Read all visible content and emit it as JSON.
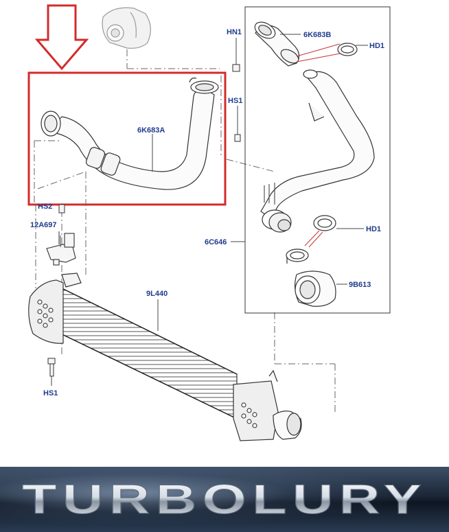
{
  "labels": {
    "hn1": "HN1",
    "hose_upper": "6K683B",
    "hd1_top": "HD1",
    "hs1_top": "HS1",
    "hose_main": "6K683A",
    "hs2": "HS2",
    "sensor": "12A697",
    "pipe": "6C646",
    "hd1_mid": "HD1",
    "hose_outlet": "9B613",
    "intercooler": "9L440",
    "hs1_bottom": "HS1"
  },
  "brand": {
    "logo_text": "TURBOLURY"
  },
  "colors": {
    "label": "#1f3b8c",
    "highlight_box": "#d42a2a",
    "arrow": "#d42a2a",
    "leader_red": "#c83232"
  }
}
